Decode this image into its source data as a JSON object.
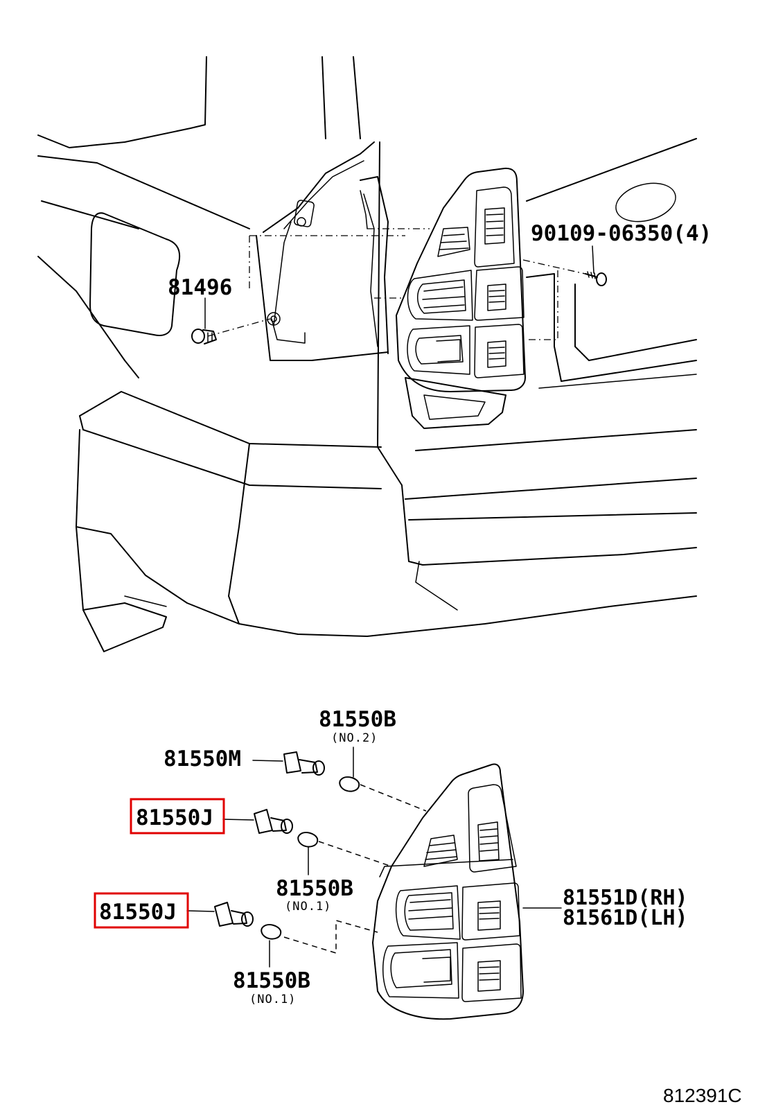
{
  "labels": {
    "clip": "81496",
    "screw": "90109-06350(4)",
    "bulb_top": "81550B",
    "bulb_top_note": "(NO.2)",
    "socket_top": "81550M",
    "socket_mid": "81550J",
    "bulb_mid": "81550B",
    "bulb_mid_note": "(NO.1)",
    "socket_low": "81550J",
    "bulb_low": "81550B",
    "bulb_low_note": "(NO.1)",
    "lamp_rh": "81551D(RH)",
    "lamp_lh": "81561D(LH)",
    "diagram_ref": "812391C"
  },
  "highlight_color": "#e00000"
}
